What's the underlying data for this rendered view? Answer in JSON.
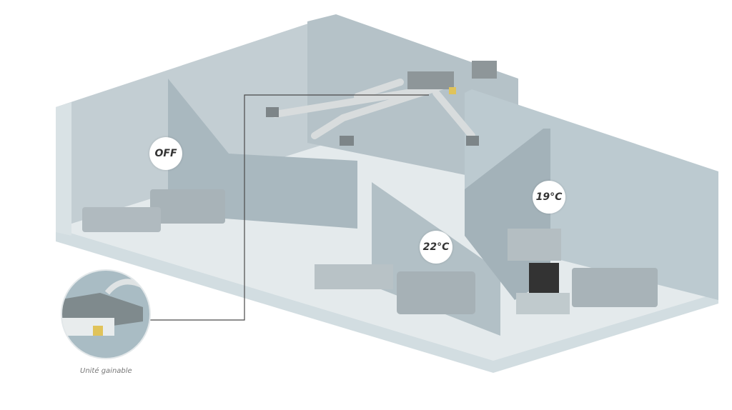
{
  "zones": [
    {
      "id": "bedroom-left",
      "status": "OFF"
    },
    {
      "id": "living-room",
      "status": "22°C"
    },
    {
      "id": "bedroom-right",
      "status": "19°C"
    }
  ],
  "inset": {
    "caption": "Unité gainable"
  },
  "colors": {
    "wall": "#c9d3d7",
    "wall_dark": "#9fb0b7",
    "floor": "#e4eaec",
    "furniture": "#a8b3b8",
    "duct": "#d8dcdd",
    "unit": "#8e9699",
    "connector": "#4a4a4a"
  }
}
